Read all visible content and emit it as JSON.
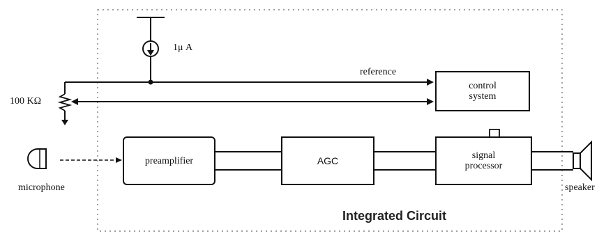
{
  "labels": {
    "current_source": "1μ A",
    "reference": "reference",
    "resistor": "100 KΩ",
    "microphone": "microphone",
    "speaker": "speaker",
    "ic_title": "Integrated Circuit"
  },
  "blocks": {
    "control_system": "control\nsystem",
    "preamplifier": "preamplifier",
    "agc": "AGC",
    "signal_processor": "signal\nprocessor"
  }
}
